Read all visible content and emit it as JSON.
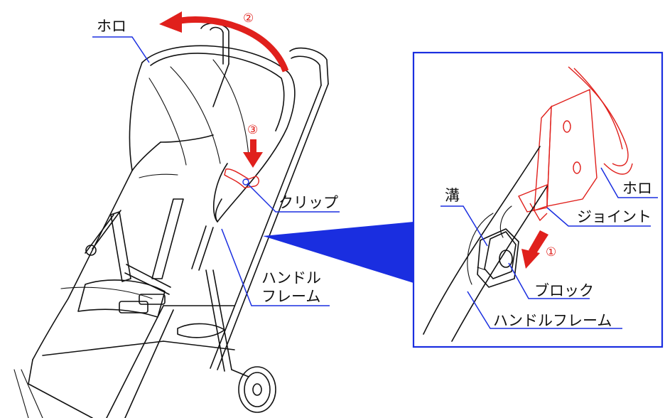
{
  "labels": {
    "hood": "ホロ",
    "clip": "クリップ",
    "handle_frame_line1": "ハンドル",
    "handle_frame_line2": "フレーム",
    "groove": "溝",
    "hood_detail": "ホロ",
    "joint": "ジョイント",
    "block": "ブロック",
    "handle_frame_detail": "ハンドルフレーム"
  },
  "steps": {
    "step1": "①",
    "step2": "②",
    "step3": "③"
  },
  "colors": {
    "arrow": "#e0201c",
    "callout": "#1a2ee0",
    "leader": "#1a2ee0",
    "line": "#111111"
  }
}
